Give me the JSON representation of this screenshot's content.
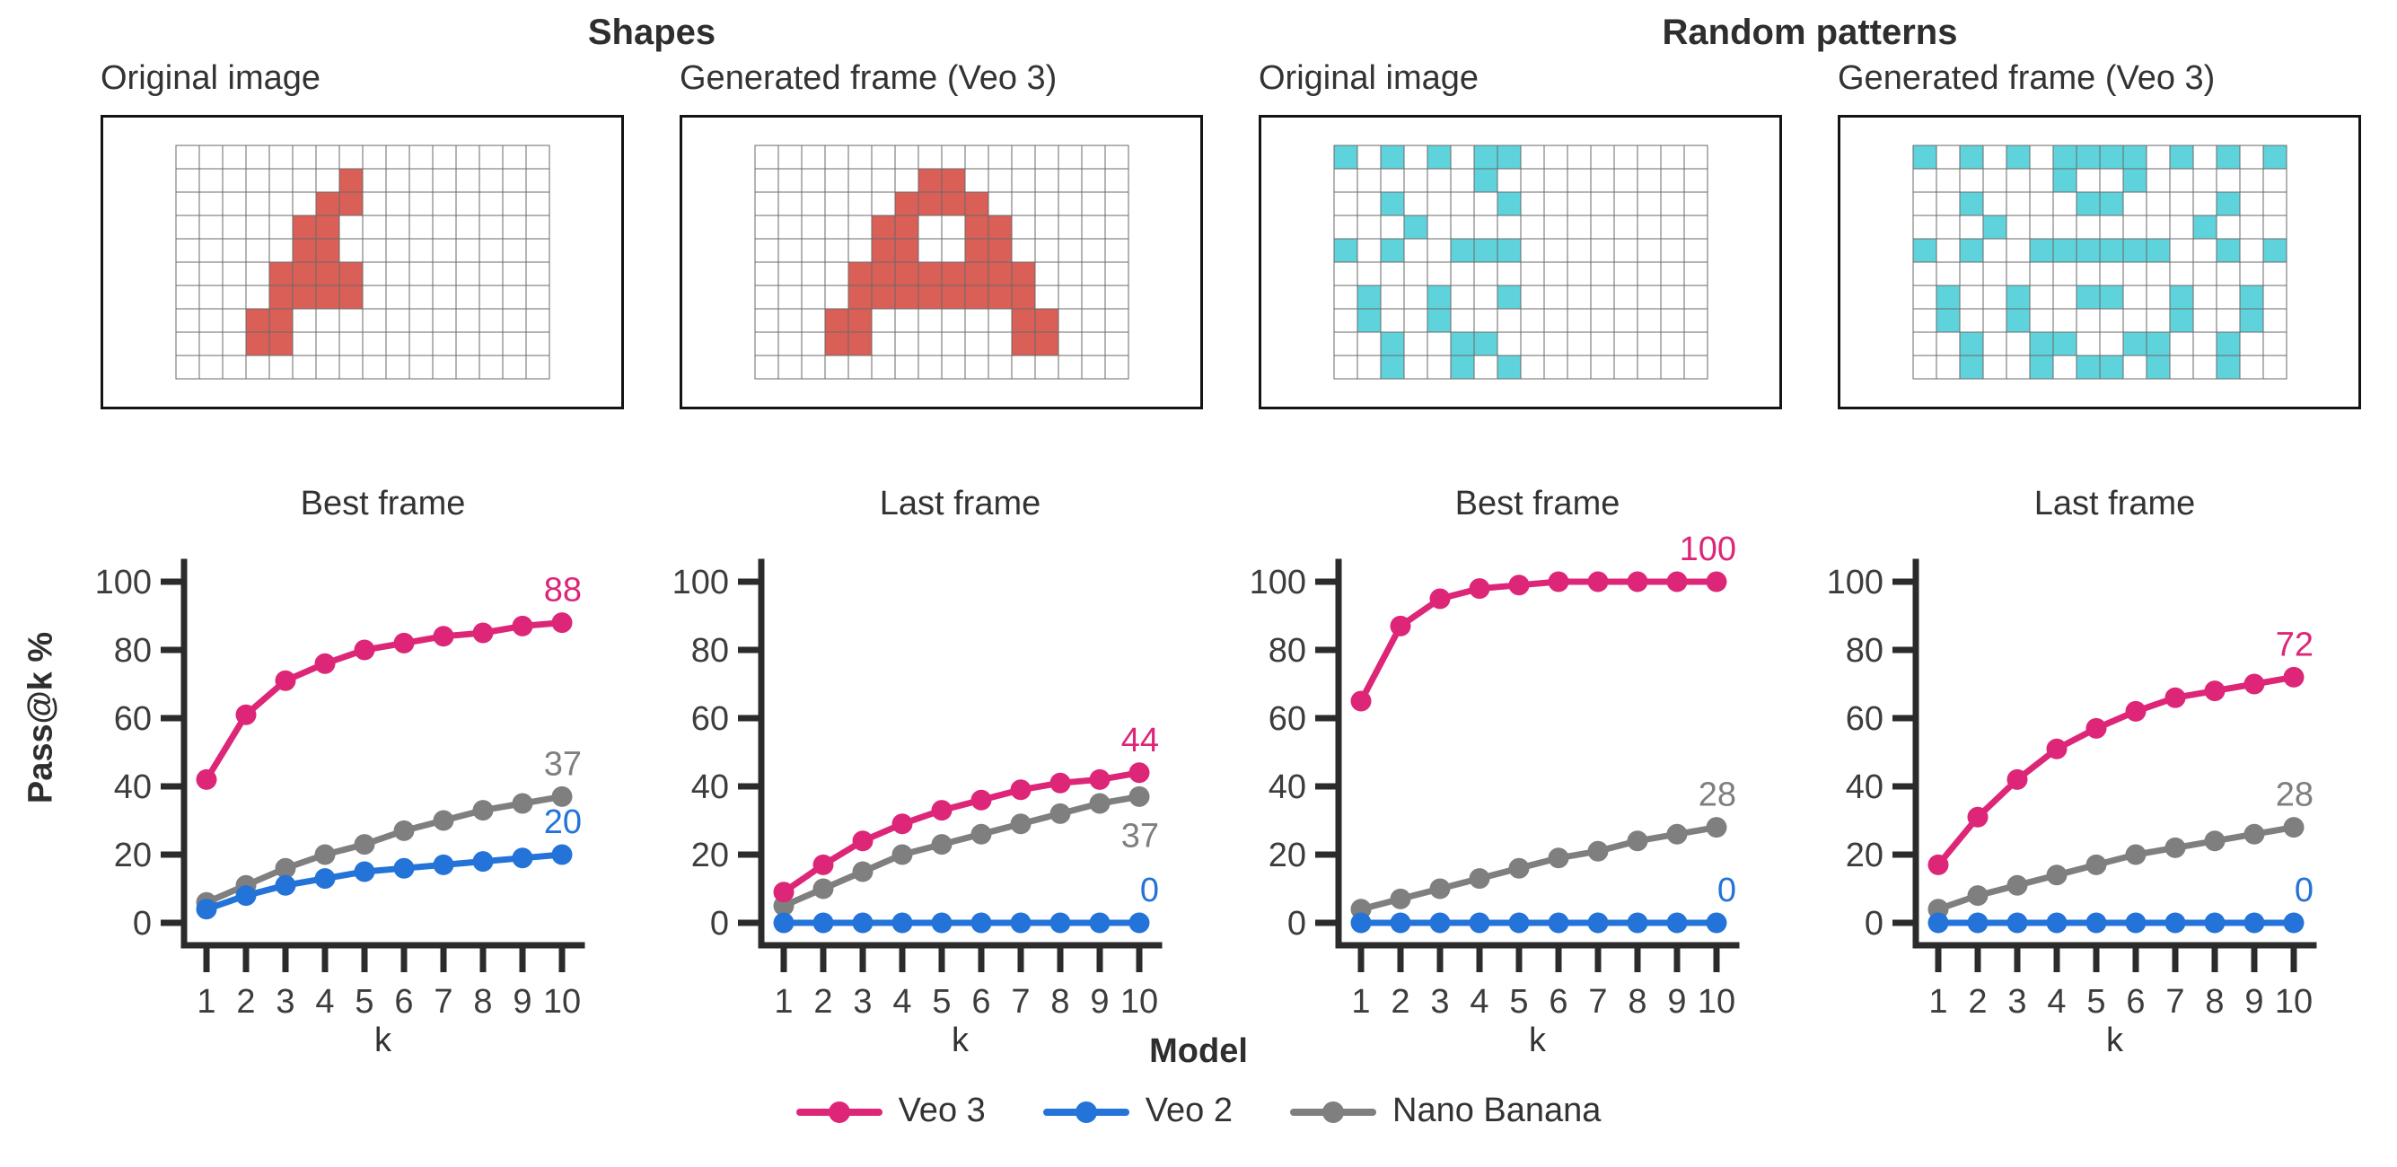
{
  "figure": {
    "group_headers": {
      "shapes": "Shapes",
      "random": "Random patterns"
    },
    "ylabel": "Pass@k %",
    "xlabel": "k",
    "legend": {
      "title": "Model",
      "items": [
        {
          "label": "Veo 3",
          "color": "#dd2677"
        },
        {
          "label": "Veo 2",
          "color": "#2373d8"
        },
        {
          "label": "Nano Banana",
          "color": "#7f7f7f"
        }
      ]
    }
  },
  "colors": {
    "veo3": "#dd2677",
    "veo2": "#2373d8",
    "nano_banana": "#7f7f7f",
    "shapes_fill": "#d95f57",
    "random_fill": "#5fd3dc",
    "axis": "#2b2b2b",
    "tick_text": "#3d3d3d",
    "grid_line": "#6a6a6a"
  },
  "panels": [
    {
      "title": "Original image",
      "group": "Shapes",
      "fill": "#d95f57",
      "rows": 10,
      "cols": 16,
      "cells": [
        [
          1,
          7
        ],
        [
          2,
          6
        ],
        [
          2,
          7
        ],
        [
          3,
          5
        ],
        [
          3,
          6
        ],
        [
          4,
          5
        ],
        [
          4,
          6
        ],
        [
          5,
          4
        ],
        [
          5,
          5
        ],
        [
          5,
          6
        ],
        [
          5,
          7
        ],
        [
          6,
          4
        ],
        [
          6,
          5
        ],
        [
          6,
          6
        ],
        [
          6,
          7
        ],
        [
          7,
          3
        ],
        [
          7,
          4
        ],
        [
          8,
          3
        ],
        [
          8,
          4
        ]
      ]
    },
    {
      "title": "Generated frame (Veo 3)",
      "group": "Shapes",
      "fill": "#d95f57",
      "rows": 10,
      "cols": 16,
      "cells": [
        [
          1,
          7
        ],
        [
          1,
          8
        ],
        [
          2,
          6
        ],
        [
          2,
          7
        ],
        [
          2,
          8
        ],
        [
          2,
          9
        ],
        [
          3,
          5
        ],
        [
          3,
          6
        ],
        [
          3,
          9
        ],
        [
          3,
          10
        ],
        [
          4,
          5
        ],
        [
          4,
          6
        ],
        [
          4,
          9
        ],
        [
          4,
          10
        ],
        [
          5,
          4
        ],
        [
          5,
          5
        ],
        [
          5,
          6
        ],
        [
          5,
          7
        ],
        [
          5,
          8
        ],
        [
          5,
          9
        ],
        [
          5,
          10
        ],
        [
          5,
          11
        ],
        [
          6,
          4
        ],
        [
          6,
          5
        ],
        [
          6,
          6
        ],
        [
          6,
          7
        ],
        [
          6,
          8
        ],
        [
          6,
          9
        ],
        [
          6,
          10
        ],
        [
          6,
          11
        ],
        [
          7,
          3
        ],
        [
          7,
          4
        ],
        [
          7,
          11
        ],
        [
          7,
          12
        ],
        [
          8,
          3
        ],
        [
          8,
          4
        ],
        [
          8,
          11
        ],
        [
          8,
          12
        ]
      ]
    },
    {
      "title": "Original image",
      "group": "Random patterns",
      "fill": "#5fd3dc",
      "rows": 10,
      "cols": 16,
      "cells": [
        [
          0,
          0
        ],
        [
          0,
          2
        ],
        [
          0,
          4
        ],
        [
          0,
          6
        ],
        [
          0,
          7
        ],
        [
          1,
          6
        ],
        [
          2,
          2
        ],
        [
          2,
          7
        ],
        [
          3,
          3
        ],
        [
          4,
          0
        ],
        [
          4,
          2
        ],
        [
          4,
          5
        ],
        [
          4,
          6
        ],
        [
          4,
          7
        ],
        [
          6,
          1
        ],
        [
          6,
          4
        ],
        [
          6,
          7
        ],
        [
          7,
          1
        ],
        [
          7,
          4
        ],
        [
          8,
          2
        ],
        [
          8,
          5
        ],
        [
          8,
          6
        ],
        [
          9,
          2
        ],
        [
          9,
          5
        ],
        [
          9,
          7
        ]
      ]
    },
    {
      "title": "Generated frame (Veo 3)",
      "group": "Random patterns",
      "fill": "#5fd3dc",
      "rows": 10,
      "cols": 16,
      "cells": [
        [
          0,
          0
        ],
        [
          0,
          2
        ],
        [
          0,
          4
        ],
        [
          0,
          6
        ],
        [
          0,
          7
        ],
        [
          0,
          8
        ],
        [
          0,
          9
        ],
        [
          0,
          11
        ],
        [
          0,
          13
        ],
        [
          0,
          15
        ],
        [
          1,
          6
        ],
        [
          1,
          9
        ],
        [
          2,
          2
        ],
        [
          2,
          7
        ],
        [
          2,
          8
        ],
        [
          2,
          13
        ],
        [
          3,
          3
        ],
        [
          3,
          12
        ],
        [
          4,
          0
        ],
        [
          4,
          2
        ],
        [
          4,
          5
        ],
        [
          4,
          6
        ],
        [
          4,
          7
        ],
        [
          4,
          8
        ],
        [
          4,
          9
        ],
        [
          4,
          10
        ],
        [
          4,
          13
        ],
        [
          4,
          15
        ],
        [
          6,
          1
        ],
        [
          6,
          4
        ],
        [
          6,
          7
        ],
        [
          6,
          8
        ],
        [
          6,
          11
        ],
        [
          6,
          14
        ],
        [
          7,
          1
        ],
        [
          7,
          4
        ],
        [
          7,
          11
        ],
        [
          7,
          14
        ],
        [
          8,
          2
        ],
        [
          8,
          5
        ],
        [
          8,
          6
        ],
        [
          8,
          9
        ],
        [
          8,
          10
        ],
        [
          8,
          13
        ],
        [
          9,
          2
        ],
        [
          9,
          5
        ],
        [
          9,
          7
        ],
        [
          9,
          8
        ],
        [
          9,
          10
        ],
        [
          9,
          13
        ]
      ]
    }
  ],
  "chart_data": [
    {
      "type": "line",
      "group": "Shapes",
      "title": "Best frame",
      "xlabel": "k",
      "ylabel": "Pass@k %",
      "x": [
        1,
        2,
        3,
        4,
        5,
        6,
        7,
        8,
        9,
        10
      ],
      "ylim": [
        0,
        100
      ],
      "yticks": [
        0,
        20,
        40,
        60,
        80,
        100
      ],
      "grid": false,
      "series": [
        {
          "name": "Nano Banana",
          "color": "#7f7f7f",
          "values": [
            6,
            11,
            16,
            20,
            23,
            27,
            30,
            33,
            35,
            37
          ],
          "end_label": "37",
          "end_label_pos": "above"
        },
        {
          "name": "Veo 2",
          "color": "#2373d8",
          "values": [
            4,
            8,
            11,
            13,
            15,
            16,
            17,
            18,
            19,
            20
          ],
          "end_label": "20",
          "end_label_pos": "above"
        },
        {
          "name": "Veo 3",
          "color": "#dd2677",
          "values": [
            42,
            61,
            71,
            76,
            80,
            82,
            84,
            85,
            87,
            88
          ],
          "end_label": "88",
          "end_label_pos": "above"
        }
      ]
    },
    {
      "type": "line",
      "group": "Shapes",
      "title": "Last frame",
      "xlabel": "k",
      "ylabel": "Pass@k %",
      "x": [
        1,
        2,
        3,
        4,
        5,
        6,
        7,
        8,
        9,
        10
      ],
      "ylim": [
        0,
        100
      ],
      "yticks": [
        0,
        20,
        40,
        60,
        80,
        100
      ],
      "grid": false,
      "series": [
        {
          "name": "Nano Banana",
          "color": "#7f7f7f",
          "values": [
            5,
            10,
            15,
            20,
            23,
            26,
            29,
            32,
            35,
            37
          ],
          "end_label": "37",
          "end_label_pos": "below"
        },
        {
          "name": "Veo 2",
          "color": "#2373d8",
          "values": [
            0,
            0,
            0,
            0,
            0,
            0,
            0,
            0,
            0,
            0
          ],
          "end_label": "0",
          "end_label_pos": "above"
        },
        {
          "name": "Veo 3",
          "color": "#dd2677",
          "values": [
            9,
            17,
            24,
            29,
            33,
            36,
            39,
            41,
            42,
            44
          ],
          "end_label": "44",
          "end_label_pos": "above"
        }
      ]
    },
    {
      "type": "line",
      "group": "Random patterns",
      "title": "Best frame",
      "xlabel": "k",
      "ylabel": "Pass@k %",
      "x": [
        1,
        2,
        3,
        4,
        5,
        6,
        7,
        8,
        9,
        10
      ],
      "ylim": [
        0,
        100
      ],
      "yticks": [
        0,
        20,
        40,
        60,
        80,
        100
      ],
      "grid": false,
      "series": [
        {
          "name": "Nano Banana",
          "color": "#7f7f7f",
          "values": [
            4,
            7,
            10,
            13,
            16,
            19,
            21,
            24,
            26,
            28
          ],
          "end_label": "28",
          "end_label_pos": "above"
        },
        {
          "name": "Veo 2",
          "color": "#2373d8",
          "values": [
            0,
            0,
            0,
            0,
            0,
            0,
            0,
            0,
            0,
            0
          ],
          "end_label": "0",
          "end_label_pos": "above"
        },
        {
          "name": "Veo 3",
          "color": "#dd2677",
          "values": [
            65,
            87,
            95,
            98,
            99,
            100,
            100,
            100,
            100,
            100
          ],
          "end_label": "100",
          "end_label_pos": "above"
        }
      ]
    },
    {
      "type": "line",
      "group": "Random patterns",
      "title": "Last frame",
      "xlabel": "k",
      "ylabel": "Pass@k %",
      "x": [
        1,
        2,
        3,
        4,
        5,
        6,
        7,
        8,
        9,
        10
      ],
      "ylim": [
        0,
        100
      ],
      "yticks": [
        0,
        20,
        40,
        60,
        80,
        100
      ],
      "grid": false,
      "series": [
        {
          "name": "Nano Banana",
          "color": "#7f7f7f",
          "values": [
            4,
            8,
            11,
            14,
            17,
            20,
            22,
            24,
            26,
            28
          ],
          "end_label": "28",
          "end_label_pos": "above"
        },
        {
          "name": "Veo 2",
          "color": "#2373d8",
          "values": [
            0,
            0,
            0,
            0,
            0,
            0,
            0,
            0,
            0,
            0
          ],
          "end_label": "0",
          "end_label_pos": "above"
        },
        {
          "name": "Veo 3",
          "color": "#dd2677",
          "values": [
            17,
            31,
            42,
            51,
            57,
            62,
            66,
            68,
            70,
            72
          ],
          "end_label": "72",
          "end_label_pos": "above"
        }
      ]
    }
  ]
}
